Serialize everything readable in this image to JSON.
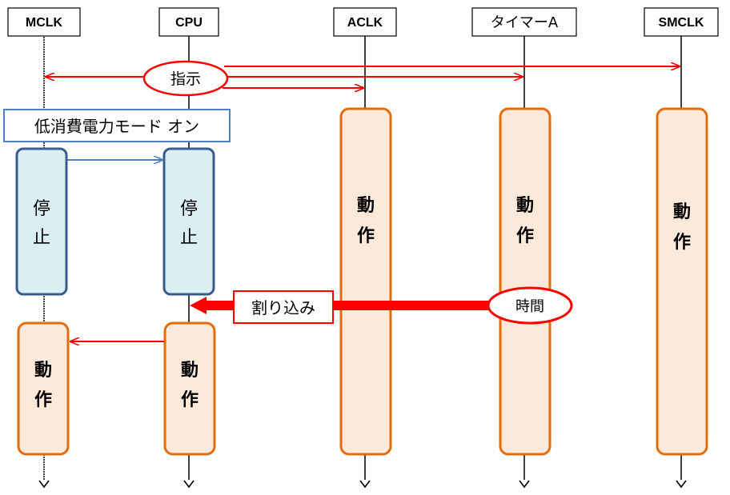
{
  "lifelines": [
    {
      "id": "mclk",
      "label": "MCLK"
    },
    {
      "id": "cpu",
      "label": "CPU"
    },
    {
      "id": "aclk",
      "label": "ACLK"
    },
    {
      "id": "timer",
      "label": "タイマーA"
    },
    {
      "id": "smclk",
      "label": "SMCLK"
    }
  ],
  "labels": {
    "instruction": "指示",
    "low_power_mode": "低消費電力モード オン",
    "interrupt": "割り込み",
    "time": "時間"
  },
  "blocks": {
    "stop": [
      "停",
      "止"
    ],
    "active": [
      "動",
      "作"
    ]
  },
  "colors": {
    "arrow_red": "#ff0000",
    "arrow_blue": "#4f81bd",
    "stop_fill": "#dbeef4",
    "stop_border": "#385d8a",
    "active_fill": "#fde9d9",
    "active_border": "#e46c0a",
    "lowpower_border": "#4f81bd"
  }
}
